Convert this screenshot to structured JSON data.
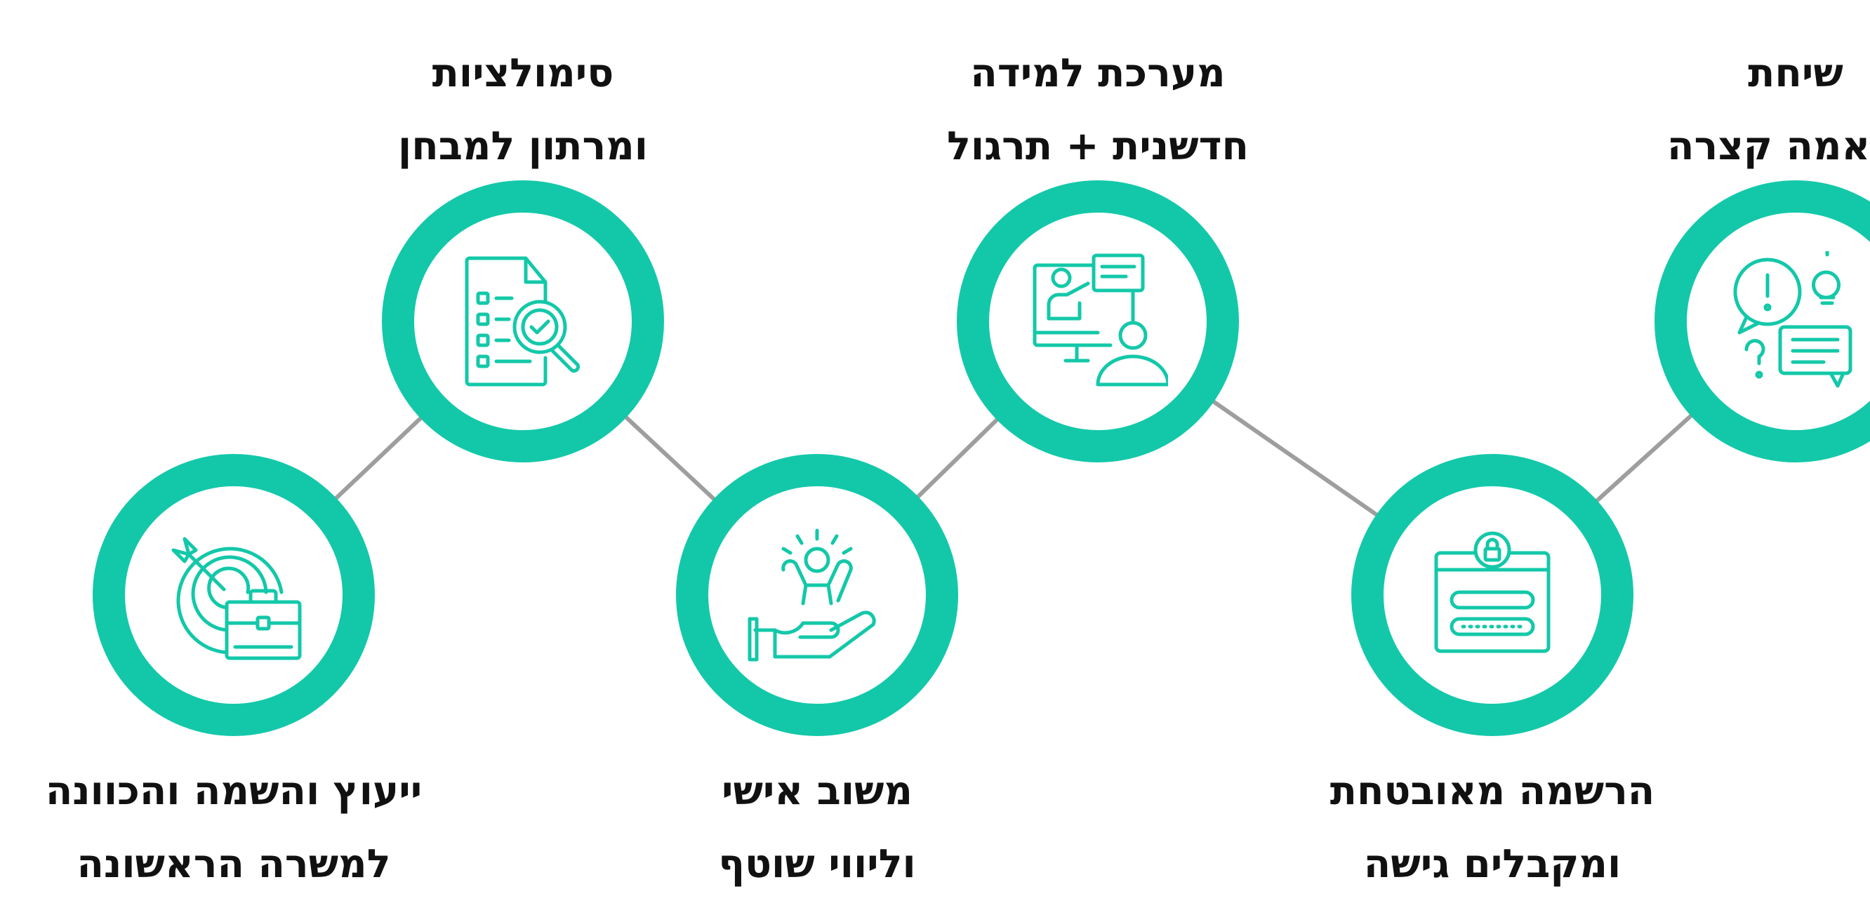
{
  "colors": {
    "accent": "#13c8a9",
    "connector": "#9e9e9e",
    "text": "#111111"
  },
  "steps": [
    {
      "icon": "chat-question-idea-icon",
      "label_position": "above",
      "lines": [
        "שיחת",
        "התאמה קצרה"
      ]
    },
    {
      "icon": "secure-login-lock-icon",
      "label_position": "below",
      "lines": [
        "הרשמה מאובטחת",
        "ומקבלים גישה"
      ]
    },
    {
      "icon": "online-learning-presentation-icon",
      "label_position": "above",
      "lines": [
        "מערכת למידה",
        "חדשנית + תרגול"
      ]
    },
    {
      "icon": "personal-feedback-hand-icon",
      "label_position": "below",
      "lines": [
        "משוב אישי",
        "וליווי שוטף"
      ]
    },
    {
      "icon": "exam-checklist-magnifier-icon",
      "label_position": "above",
      "lines": [
        "סימולציות",
        "ומרתון למבחן"
      ]
    },
    {
      "icon": "career-target-briefcase-icon",
      "label_position": "below",
      "lines": [
        "ייעוץ והשמה והכוונה",
        "למשרה הראשונה"
      ]
    }
  ]
}
